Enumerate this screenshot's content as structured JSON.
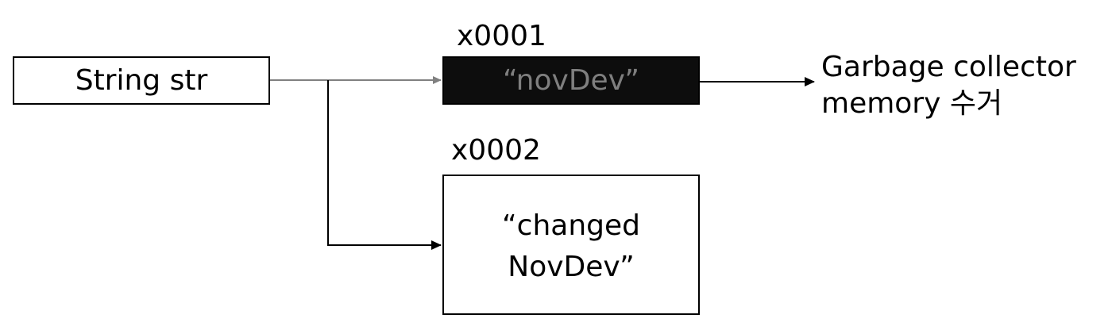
{
  "variable": {
    "label": "String str"
  },
  "old_object": {
    "address": "x0001",
    "value": "“novDev”"
  },
  "new_object": {
    "address": "x0002",
    "value_line1": "“changed",
    "value_line2": "NovDev”"
  },
  "gc_note": {
    "line1": "Garbage collector",
    "line2": "memory 수거"
  },
  "colors": {
    "old_reference": "#808080",
    "new_reference": "#000000",
    "old_box_fill": "#0d0d0d",
    "old_box_text": "#7f7f7f"
  }
}
